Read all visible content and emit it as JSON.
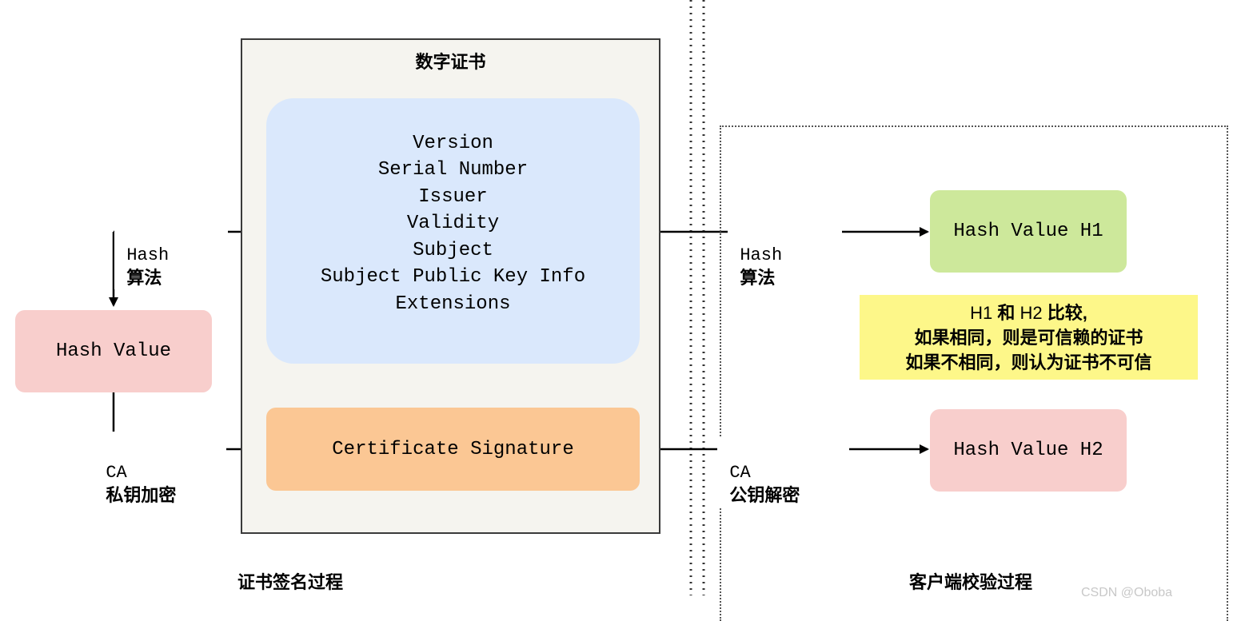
{
  "certificate": {
    "title": "数字证书",
    "fields": [
      "Version",
      "Serial Number",
      "Issuer",
      "Validity",
      "Subject",
      "Subject Public Key Info",
      "Extensions"
    ],
    "signature_label": "Certificate Signature"
  },
  "signing": {
    "hash_label_latin": "Hash",
    "hash_label_cn": "算法",
    "hash_value_label": "Hash Value",
    "encrypt_label_latin": "CA",
    "encrypt_label_cn": "私钥加密",
    "section_title": "证书签名过程"
  },
  "verification": {
    "hash_label_latin": "Hash",
    "hash_label_cn": "算法",
    "decrypt_label_latin": "CA",
    "decrypt_label_cn": "公钥解密",
    "hash_value_h1_label": "Hash Value H1",
    "hash_value_h2_label": "Hash Value H2",
    "note": {
      "line1_a": "H1",
      "line1_b": "和",
      "line1_c": "H2",
      "line1_d": "比较,",
      "line2": "如果相同，则是可信赖的证书",
      "line3": "如果不相同，则认为证书不可信"
    },
    "section_title": "客户端校验过程"
  },
  "watermark": "CSDN @Oboba",
  "colors": {
    "certificate_bg": "#f5f4ef",
    "fields_bg": "#dae8fc",
    "signature_bg": "#fbc794",
    "hash_value_bg": "#f8cecc",
    "h1_bg": "#cde89b",
    "note_bg": "#fdf789"
  }
}
